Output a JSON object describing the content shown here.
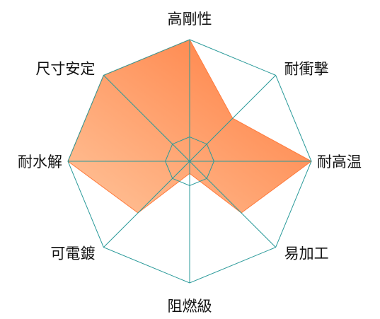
{
  "chart_data": {
    "type": "radar",
    "title": "",
    "axes": [
      "高剛性",
      "耐衝撃",
      "耐高温",
      "易加工",
      "阻燃級",
      "可電鍍",
      "耐水解",
      "尺寸安定"
    ],
    "series": [
      {
        "values": [
          5,
          2.5,
          5,
          3,
          0.5,
          3,
          5,
          5
        ]
      }
    ],
    "range": [
      0,
      5
    ],
    "grid_levels": [
      1,
      5
    ],
    "colors": {
      "grid": "#2a9a9a",
      "fill_light": "#ffc49a",
      "fill_dark": "#ff7a3c",
      "stroke": "#ff7a3c"
    },
    "legend": "none"
  }
}
